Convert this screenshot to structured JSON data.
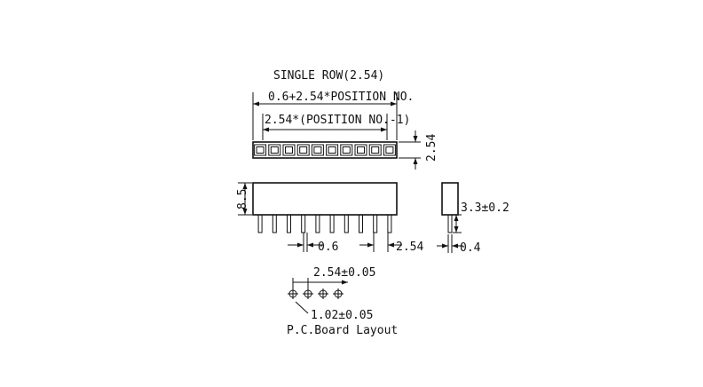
{
  "title": "SINGLE ROW(2.54)",
  "dimensions": {
    "overall_length": "0.6+2.54*POSITION NO.",
    "pitch_span": "2.54*(POSITION NO.-1)",
    "body_width": "2.54",
    "body_height": "8.5",
    "pin_width": "0.6",
    "pin_pitch": "2.54",
    "pin_length": "3.3±0.2",
    "pin_thickness": "0.4"
  },
  "pcb_layout": {
    "pitch": "2.54±0.05",
    "hole_diameter": "1.02±0.05",
    "caption": "P.C.Board Layout"
  },
  "pin_count": 10
}
